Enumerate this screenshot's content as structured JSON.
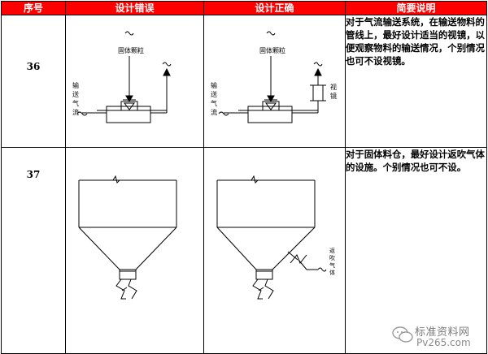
{
  "header": {
    "col_no": "序号",
    "col_wrong": "设计错误",
    "col_right": "设计正确",
    "col_note": "简要说明"
  },
  "rows": [
    {
      "no": "36",
      "note": "对于气流输送系统，在输送物料的管线上，最好设计适当的视镜，以便观察物料的输送情况，个别情况也可不设视镜。",
      "wrong_fig": {
        "label_solid": "固体颗粒",
        "label_flow": "输送气流"
      },
      "right_fig": {
        "label_solid": "固体颗粒",
        "label_flow": "输送气流",
        "label_glass": "视镜"
      }
    },
    {
      "no": "37",
      "note": "对于固体料仓，最好设计返吹气体的设施。个别情况也可不设。",
      "right_fig": {
        "label_blow": "返吹气体"
      }
    }
  ],
  "watermark": {
    "text1": "标准资料网",
    "text2": "Pv265.com",
    "icon": "wechat-icon"
  }
}
